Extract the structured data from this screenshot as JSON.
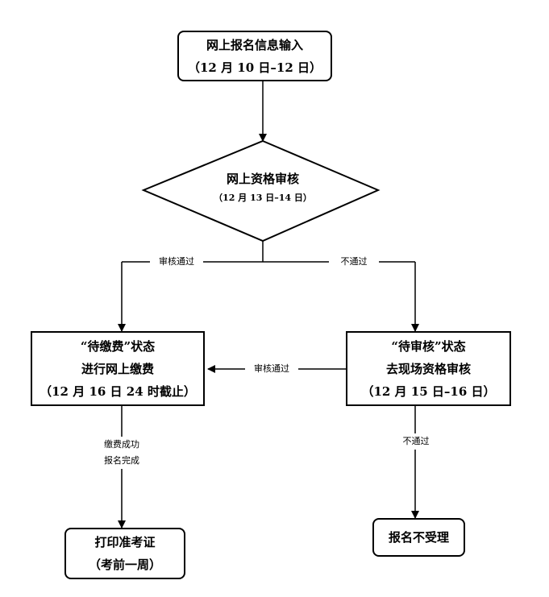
{
  "nodes": {
    "input": {
      "line1": "网上报名信息输入",
      "line2": "（12 月 10 日–12 日）"
    },
    "review": {
      "line1": "网上资格审核",
      "line2": "（12 月 13 日–14 日）"
    },
    "pay": {
      "line1": "“待缴费”状态",
      "line2": "进行网上缴费",
      "line3": "（12 月 16 日 24 时截止）"
    },
    "onsite": {
      "line1": "“待审核”状态",
      "line2": "去现场资格审核",
      "line3": "（12 月 15 日–16 日）"
    },
    "print": {
      "line1": "打印准考证",
      "line2": "（考前一周）"
    },
    "reject": {
      "line1": "报名不受理"
    }
  },
  "edges": {
    "pass_left": "审核通过",
    "fail_right": "不通过",
    "pass_middle": "审核通过",
    "fail_down": "不通过",
    "success_line1": "缴费成功",
    "success_line2": "报名完成"
  }
}
